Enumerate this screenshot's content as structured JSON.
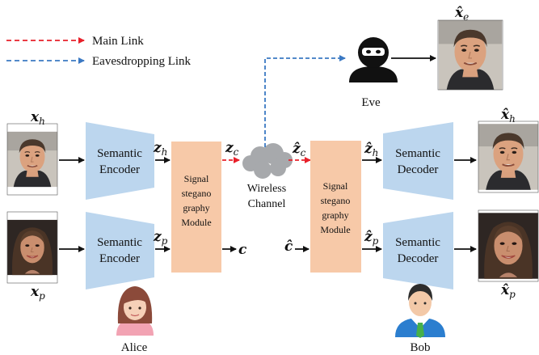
{
  "legend": {
    "main_link": "Main Link",
    "eavesdropping_link": "Eavesdropping Link"
  },
  "colors": {
    "main_link": "#e8202a",
    "eavesdropping_link": "#3b79c3",
    "encoder_fill": "#bcd6ee",
    "module_fill": "#f7c9a8",
    "cloud_fill": "#a7a9ac",
    "arrow": "#111111"
  },
  "eve": {
    "label": "Eve",
    "output_symbol": "x̂",
    "output_sub": "e",
    "icon": "hacker-icon"
  },
  "alice": {
    "label": "Alice",
    "icon": "woman-avatar-icon",
    "input_h_symbol": "x",
    "input_h_sub": "h",
    "input_p_symbol": "x",
    "input_p_sub": "p",
    "encoder_top": [
      "Semantic",
      "Encoder"
    ],
    "encoder_bottom": [
      "Semantic",
      "Encoder"
    ],
    "z_h_symbol": "z",
    "z_h_sub": "h",
    "z_p_symbol": "z",
    "z_p_sub": "p",
    "module_lines": [
      "Signal",
      "stegano",
      "graphy",
      "Module"
    ],
    "z_c_symbol": "z",
    "z_c_sub": "c",
    "c_symbol": "c"
  },
  "channel": {
    "lines": [
      "Wireless",
      "Channel"
    ],
    "icon": "cloud-icon"
  },
  "bob": {
    "label": "Bob",
    "icon": "man-avatar-icon",
    "zc_hat_symbol": "ẑ",
    "zc_hat_sub": "c",
    "c_hat_symbol": "ĉ",
    "module_lines": [
      "Signal",
      "stegano",
      "graphy",
      "Module"
    ],
    "zh_hat_symbol": "ẑ",
    "zh_hat_sub": "h",
    "zp_hat_symbol": "ẑ",
    "zp_hat_sub": "p",
    "decoder_top": [
      "Semantic",
      "Decoder"
    ],
    "decoder_bottom": [
      "Semantic",
      "Decoder"
    ],
    "out_h_symbol": "x̂",
    "out_h_sub": "h",
    "out_p_symbol": "x̂",
    "out_p_sub": "p"
  },
  "images": {
    "face_man": "man-face-photo",
    "face_woman": "woman-face-photo"
  }
}
